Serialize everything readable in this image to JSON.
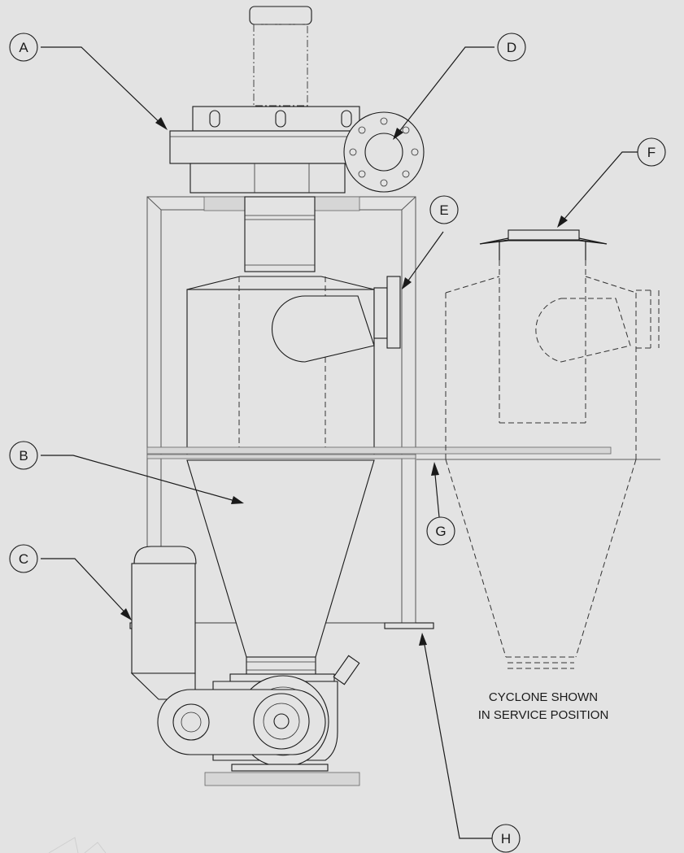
{
  "callouts": [
    {
      "id": "A",
      "label": "A"
    },
    {
      "id": "B",
      "label": "B"
    },
    {
      "id": "C",
      "label": "C"
    },
    {
      "id": "D",
      "label": "D"
    },
    {
      "id": "E",
      "label": "E"
    },
    {
      "id": "F",
      "label": "F"
    },
    {
      "id": "G",
      "label": "G"
    },
    {
      "id": "H",
      "label": "H"
    }
  ],
  "caption": {
    "line1": "CYCLONE SHOWN",
    "line2": "IN SERVICE POSITION"
  },
  "colors": {
    "background": "#e3e3e3",
    "linework": "#1a1a1a"
  }
}
